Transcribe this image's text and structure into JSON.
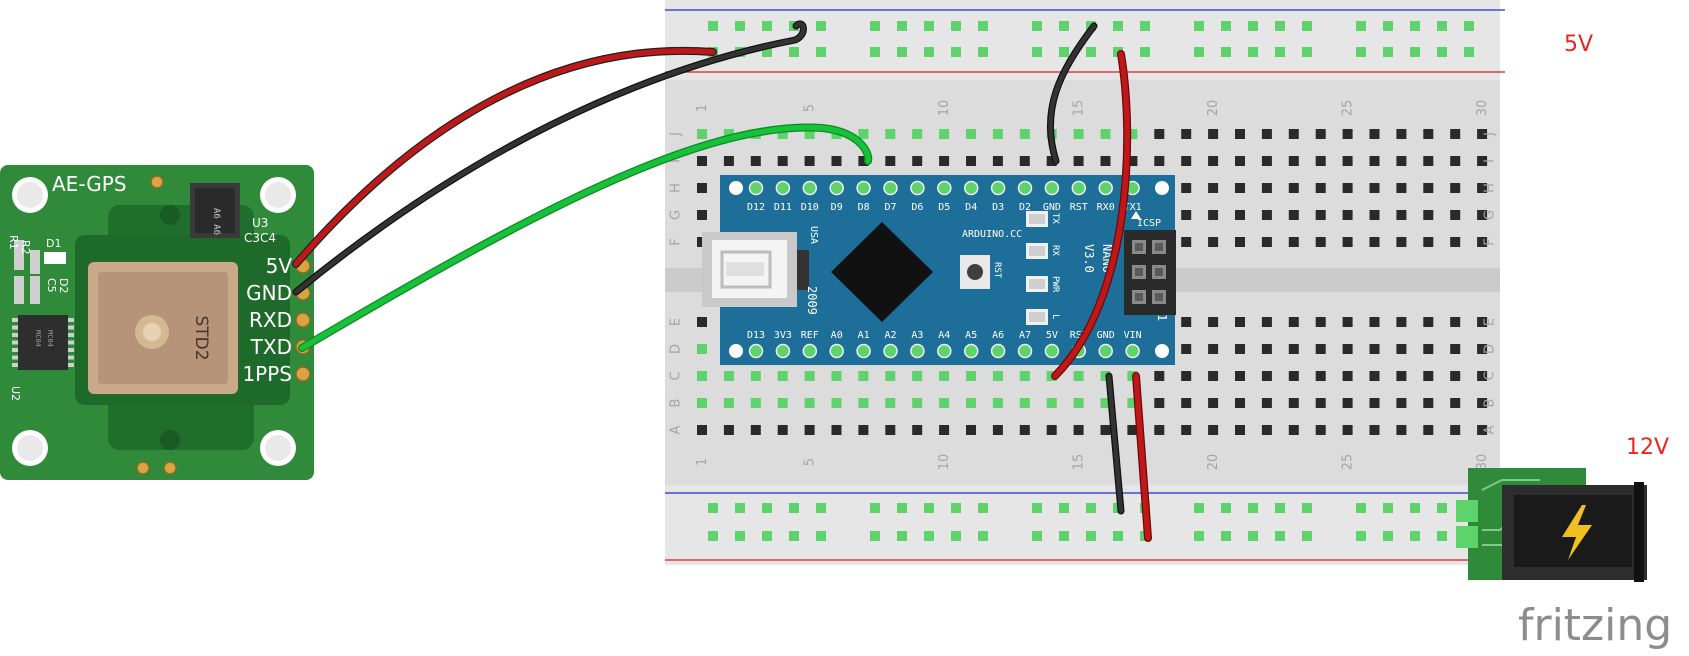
{
  "gps_module": {
    "title": "AE-GPS",
    "pins": [
      "5V",
      "GND",
      "RXD",
      "TXD",
      "1PPS"
    ],
    "antenna_label": "STD2",
    "components": [
      "U3",
      "C3C4",
      "R2",
      "D1",
      "R1",
      "C5",
      "D2",
      "U2"
    ],
    "chip_text": [
      "MC04",
      "MC04",
      "A6 A6"
    ]
  },
  "breadboard": {
    "column_numbers": [
      "1",
      "5",
      "10",
      "15",
      "20",
      "25",
      "30"
    ],
    "row_letters_top": [
      "J",
      "I",
      "H",
      "G",
      "F"
    ],
    "row_letters_bottom": [
      "E",
      "D",
      "C",
      "B",
      "A"
    ]
  },
  "arduino": {
    "top_pins": [
      "D12",
      "D11",
      "D10",
      "D9",
      "D8",
      "D7",
      "D6",
      "D5",
      "D4",
      "D3",
      "D2",
      "GND",
      "RST",
      "RX0",
      "TX1"
    ],
    "bottom_pins": [
      "D13",
      "3V3",
      "REF",
      "A0",
      "A1",
      "A2",
      "A3",
      "A4",
      "A5",
      "A6",
      "A7",
      "5V",
      "RST",
      "GND",
      "VIN"
    ],
    "board_text": [
      "ARDUINO.CC",
      "NANO",
      "V3.0",
      "2009",
      "USA",
      "ICSP",
      "RST",
      "TX",
      "RX",
      "PWR",
      "L",
      "1"
    ]
  },
  "labels": {
    "v5": "5V",
    "v12": "12V",
    "brand": "fritzing"
  },
  "colors": {
    "pcb_green": "#2f8a3a",
    "nano_blue": "#1d6f9a",
    "wire_red": "#c01818",
    "wire_black": "#222222",
    "wire_green": "#17c13a",
    "hole_green": "#5fd36b",
    "label_red": "#e8261e"
  }
}
